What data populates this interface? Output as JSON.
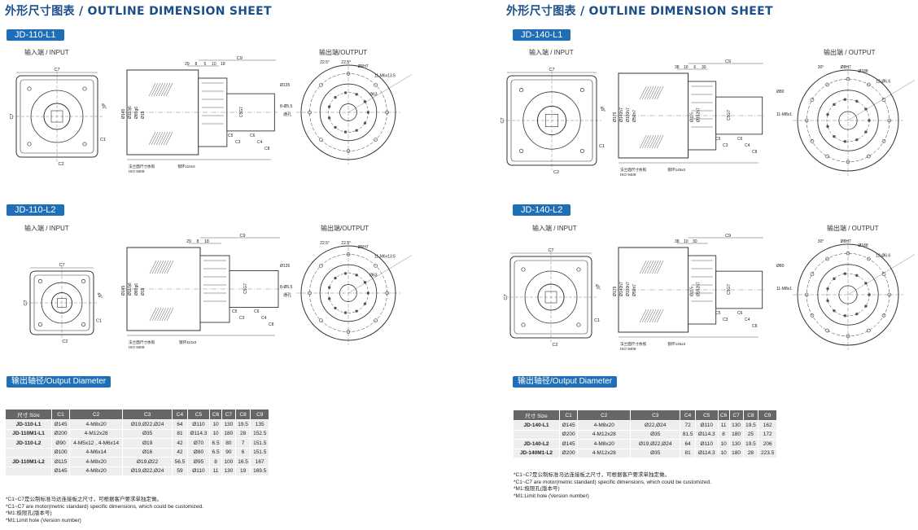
{
  "left": {
    "sheet_title": "外形尺寸图表 / OUTLINE DIMENSION SHEET",
    "models": [
      {
        "tag": "JD-110-L1",
        "input_label": "输入端 / INPUT",
        "output_label": "输出端/OUTPUT",
        "input_dims": [
          "C7",
          "C7",
          "C2",
          "C1",
          "45°"
        ],
        "side_dims": [
          "C9",
          "29",
          "8",
          "5",
          "10",
          "18",
          "Ø145",
          "Ø110j6",
          "Ø80g6",
          "Ø19",
          "C5",
          "C3",
          "C5G7",
          "C6",
          "C4",
          "C8",
          "法兰面尺寸依照",
          "ISO 9409",
          "锁环110x3"
        ],
        "output_dims": [
          "22.5°",
          "22.5°",
          "Ø6H7",
          "11-M6x13.5",
          "Ø135",
          "8-Ø5.5",
          "通孔",
          "Ø63"
        ]
      },
      {
        "tag": "JD-110-L2",
        "input_label": "输入端 / INPUT",
        "output_label": "输出端/OUTPUT",
        "input_dims": [
          "C7",
          "C7",
          "C2",
          "C1",
          "45°"
        ],
        "side_dims": [
          "C9",
          "29",
          "8",
          "18",
          "Ø145",
          "Ø110j6",
          "Ø80g6",
          "Ø19",
          "C5",
          "C3",
          "C5G7",
          "C6",
          "C4",
          "C8",
          "法兰面尺寸依照",
          "ISO 9409",
          "锁环110x3"
        ],
        "output_dims": [
          "22.5°",
          "22.5°",
          "Ø6H7",
          "11-M6x13.5",
          "Ø135",
          "8-Ø5.5",
          "通孔",
          "Ø63"
        ]
      }
    ],
    "output_diameter_tag": "输出轴径/Output Diameter",
    "table": {
      "headers": [
        "尺寸 Size",
        "C1",
        "C2",
        "C3",
        "C4",
        "C5",
        "C6",
        "C7",
        "C8",
        "C9"
      ],
      "rows": [
        [
          "JD-110-L1",
          "Ø145",
          "4-M8x20",
          "Ø19,Ø22,Ø24",
          "64",
          "Ø110",
          "10",
          "130",
          "19.5",
          "135"
        ],
        [
          "JD-110M1-L1",
          "Ø200",
          "4-M12x28",
          "Ø35",
          "81",
          "Ø114.3",
          "10",
          "180",
          "28",
          "152.5"
        ],
        [
          "JD-110-L2",
          "Ø90",
          "4-M5x12 , 4-M6x14",
          "Ø19",
          "42",
          "Ø70",
          "6.5",
          "80",
          "7",
          "151.5"
        ],
        [
          "",
          "Ø100",
          "4-M6x14",
          "Ø16",
          "42",
          "Ø80",
          "6.5",
          "90",
          "6",
          "151.5"
        ],
        [
          "JD-110M1-L2",
          "Ø115",
          "4-M8x20",
          "Ø19,Ø22",
          "56.5",
          "Ø95",
          "8",
          "100",
          "16.5",
          "167"
        ],
        [
          "",
          "Ø145",
          "4-M8x20",
          "Ø19,Ø22,Ø24",
          "59",
          "Ø110",
          "11",
          "130",
          "19",
          "169.5"
        ]
      ]
    },
    "notes": [
      "*C1~C7是公制标准马达连接板之尺寸，可根据客户要求单独定做。",
      "*C1~C7 are motor(metric standard) specific dimensions, which could be customized.",
      "*M1:极限孔(版本号)",
      "*M1:Limit hole (Version number)"
    ]
  },
  "right": {
    "sheet_title": "外形尺寸图表 / OUTLINE DIMENSION SHEET",
    "models": [
      {
        "tag": "JD-140-L1",
        "input_label": "输入端 / INPUT",
        "output_label": "输出端 / OUTPUT",
        "input_dims": [
          "C7",
          "C7",
          "C2",
          "C1",
          "45°"
        ],
        "side_dims": [
          "C9",
          "38",
          "10",
          "6",
          "30",
          "Ø179",
          "Ø140h7",
          "Ø100h7",
          "Ø50h7",
          "Ø115",
          "C5",
          "C3",
          "C5G7",
          "C6",
          "C4",
          "C8",
          "Ø152h7",
          "法兰面尺寸依照",
          "ISO 9409",
          "锁环145x3"
        ],
        "output_dims": [
          "30°",
          "Ø8H7",
          "Ø188",
          "12-Ø6.6",
          "Ø80",
          "11-M8x1"
        ]
      },
      {
        "tag": "JD-140-L2",
        "input_label": "输入端 / INPUT",
        "output_label": "输出端 / OUTPUT",
        "input_dims": [
          "C7",
          "C7",
          "C2",
          "C1",
          "45°"
        ],
        "side_dims": [
          "C9",
          "38",
          "10",
          "30",
          "Ø179",
          "Ø140h7",
          "Ø100h7",
          "Ø50h7",
          "Ø115",
          "C5",
          "C3",
          "C5G7",
          "C6",
          "C4",
          "C8",
          "Ø152h7",
          "法兰面尺寸依照",
          "ISO 9409",
          "锁环145x3"
        ],
        "output_dims": [
          "30°",
          "Ø8H7",
          "Ø188",
          "12-Ø6.6",
          "Ø80",
          "11-M8x1"
        ]
      }
    ],
    "output_diameter_tag": "输出轴径/Output Diameter",
    "table": {
      "headers": [
        "尺寸 Size",
        "C1",
        "C2",
        "C3",
        "C4",
        "C5",
        "C6",
        "C7",
        "C8",
        "C9"
      ],
      "rows": [
        [
          "JD-140-L1",
          "Ø145",
          "4-M8x20",
          "Ø22,Ø24",
          "72",
          "Ø110",
          "11",
          "130",
          "19.5",
          "162"
        ],
        [
          "",
          "Ø200",
          "4-M12x28",
          "Ø35",
          "81.5",
          "Ø114.3",
          "8",
          "180",
          "25",
          "172"
        ],
        [
          "JD-140-L2",
          "Ø145",
          "4-M8x20",
          "Ø19,Ø22,Ø24",
          "64",
          "Ø110",
          "10",
          "130",
          "19.5",
          "206"
        ],
        [
          "JD-140M1-L2",
          "Ø200",
          "4-M12x28",
          "Ø35",
          "81",
          "Ø114.3",
          "10",
          "180",
          "28",
          "223.5"
        ]
      ]
    },
    "notes": [
      "*C1~C7是公制标准马达连接板之尺寸，可根据客户要求单独定做。",
      "*C1~C7 are motor(metric standard) specific dimensions, which could be customized.",
      "*M1:极限孔(版本号)",
      "*M1:Limit hole (Version number)"
    ]
  },
  "colors": {
    "title": "#1b4f8a",
    "tag_bg": "#1f6fb8",
    "table_header": "#666666",
    "table_cell": "#eeeeee",
    "line": "#333333",
    "hatch": "#555555"
  }
}
